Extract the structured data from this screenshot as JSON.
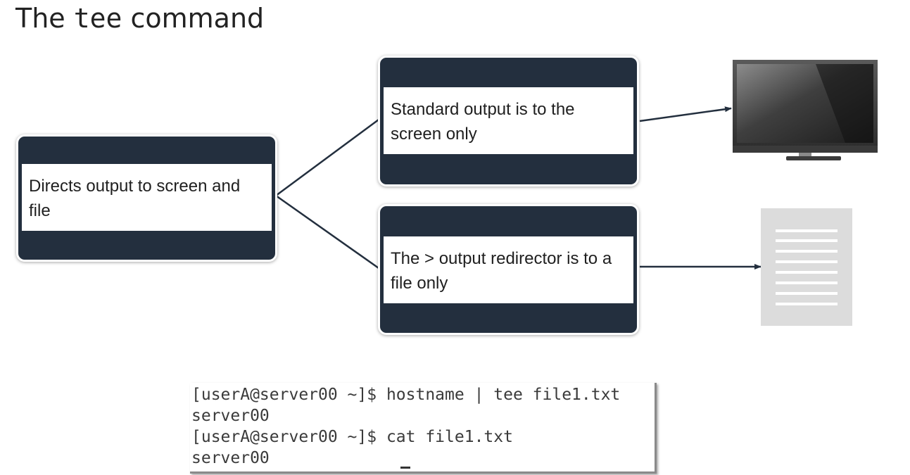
{
  "title": {
    "prefix": "The ",
    "command": "tee",
    "suffix": " command"
  },
  "source_box": {
    "text": "Directs output to screen and file"
  },
  "targets": [
    {
      "id": "screen",
      "text": "Standard output is to the screen only",
      "icon": "monitor-icon"
    },
    {
      "id": "file",
      "text": "The > output redirector is to a file only",
      "icon": "document-icon"
    }
  ],
  "terminal": {
    "lines": [
      "[userA@server00 ~]$ hostname | tee file1.txt",
      "server00",
      "[userA@server00 ~]$ cat file1.txt",
      "server00"
    ]
  },
  "colors": {
    "card_background": "#232f3e",
    "card_band": "#ffffff",
    "connector": "#232f3e",
    "document": "#dcdcdc",
    "text": "#1f1f1f"
  }
}
